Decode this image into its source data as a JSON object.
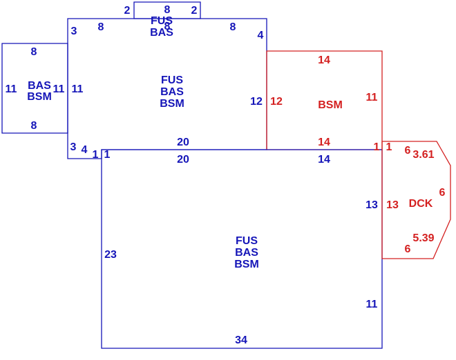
{
  "colors": {
    "blue": "#1515b8",
    "red": "#d42020"
  },
  "labels": {
    "left_area": [
      "BAS",
      "BSM"
    ],
    "top_bump": [
      "FUS",
      "BAS"
    ],
    "upper_area": [
      "FUS",
      "BAS",
      "BSM"
    ],
    "bsm_area": [
      "BSM"
    ],
    "lower_area": [
      "FUS",
      "BAS",
      "BSM"
    ],
    "deck_area": [
      "DCK"
    ]
  },
  "dims": {
    "left_top": "8",
    "left_bottom": "8",
    "left_left": "11",
    "left_right_outer": "11",
    "left_right_inner": "11",
    "bump_left": "2",
    "bump_right": "2",
    "bump_top": "8",
    "bump_bottom": "8",
    "upper_top_left": "8",
    "upper_top_right": "8",
    "upper_left_upper": "3",
    "upper_left_lower": "3",
    "upper_right_top": "4",
    "upper_right": "12",
    "upper_bottom_notch": "4",
    "upper_bottom_inner": "20",
    "lower_top": "20",
    "notch_a": "1",
    "notch_b": "1",
    "bsm_top": "14",
    "bsm_left": "12",
    "bsm_right": "11",
    "bsm_bottom": "14",
    "lower_top_right": "14",
    "corner_a": "1",
    "corner_b": "1",
    "lower_left": "23",
    "lower_right_upper": "13",
    "lower_right_lower": "11",
    "lower_bottom": "34",
    "deck_left": "13",
    "deck_top": "6",
    "deck_diag_top": "3.61",
    "deck_right": "6",
    "deck_diag_bottom": "5.39",
    "deck_bottom": "6"
  }
}
